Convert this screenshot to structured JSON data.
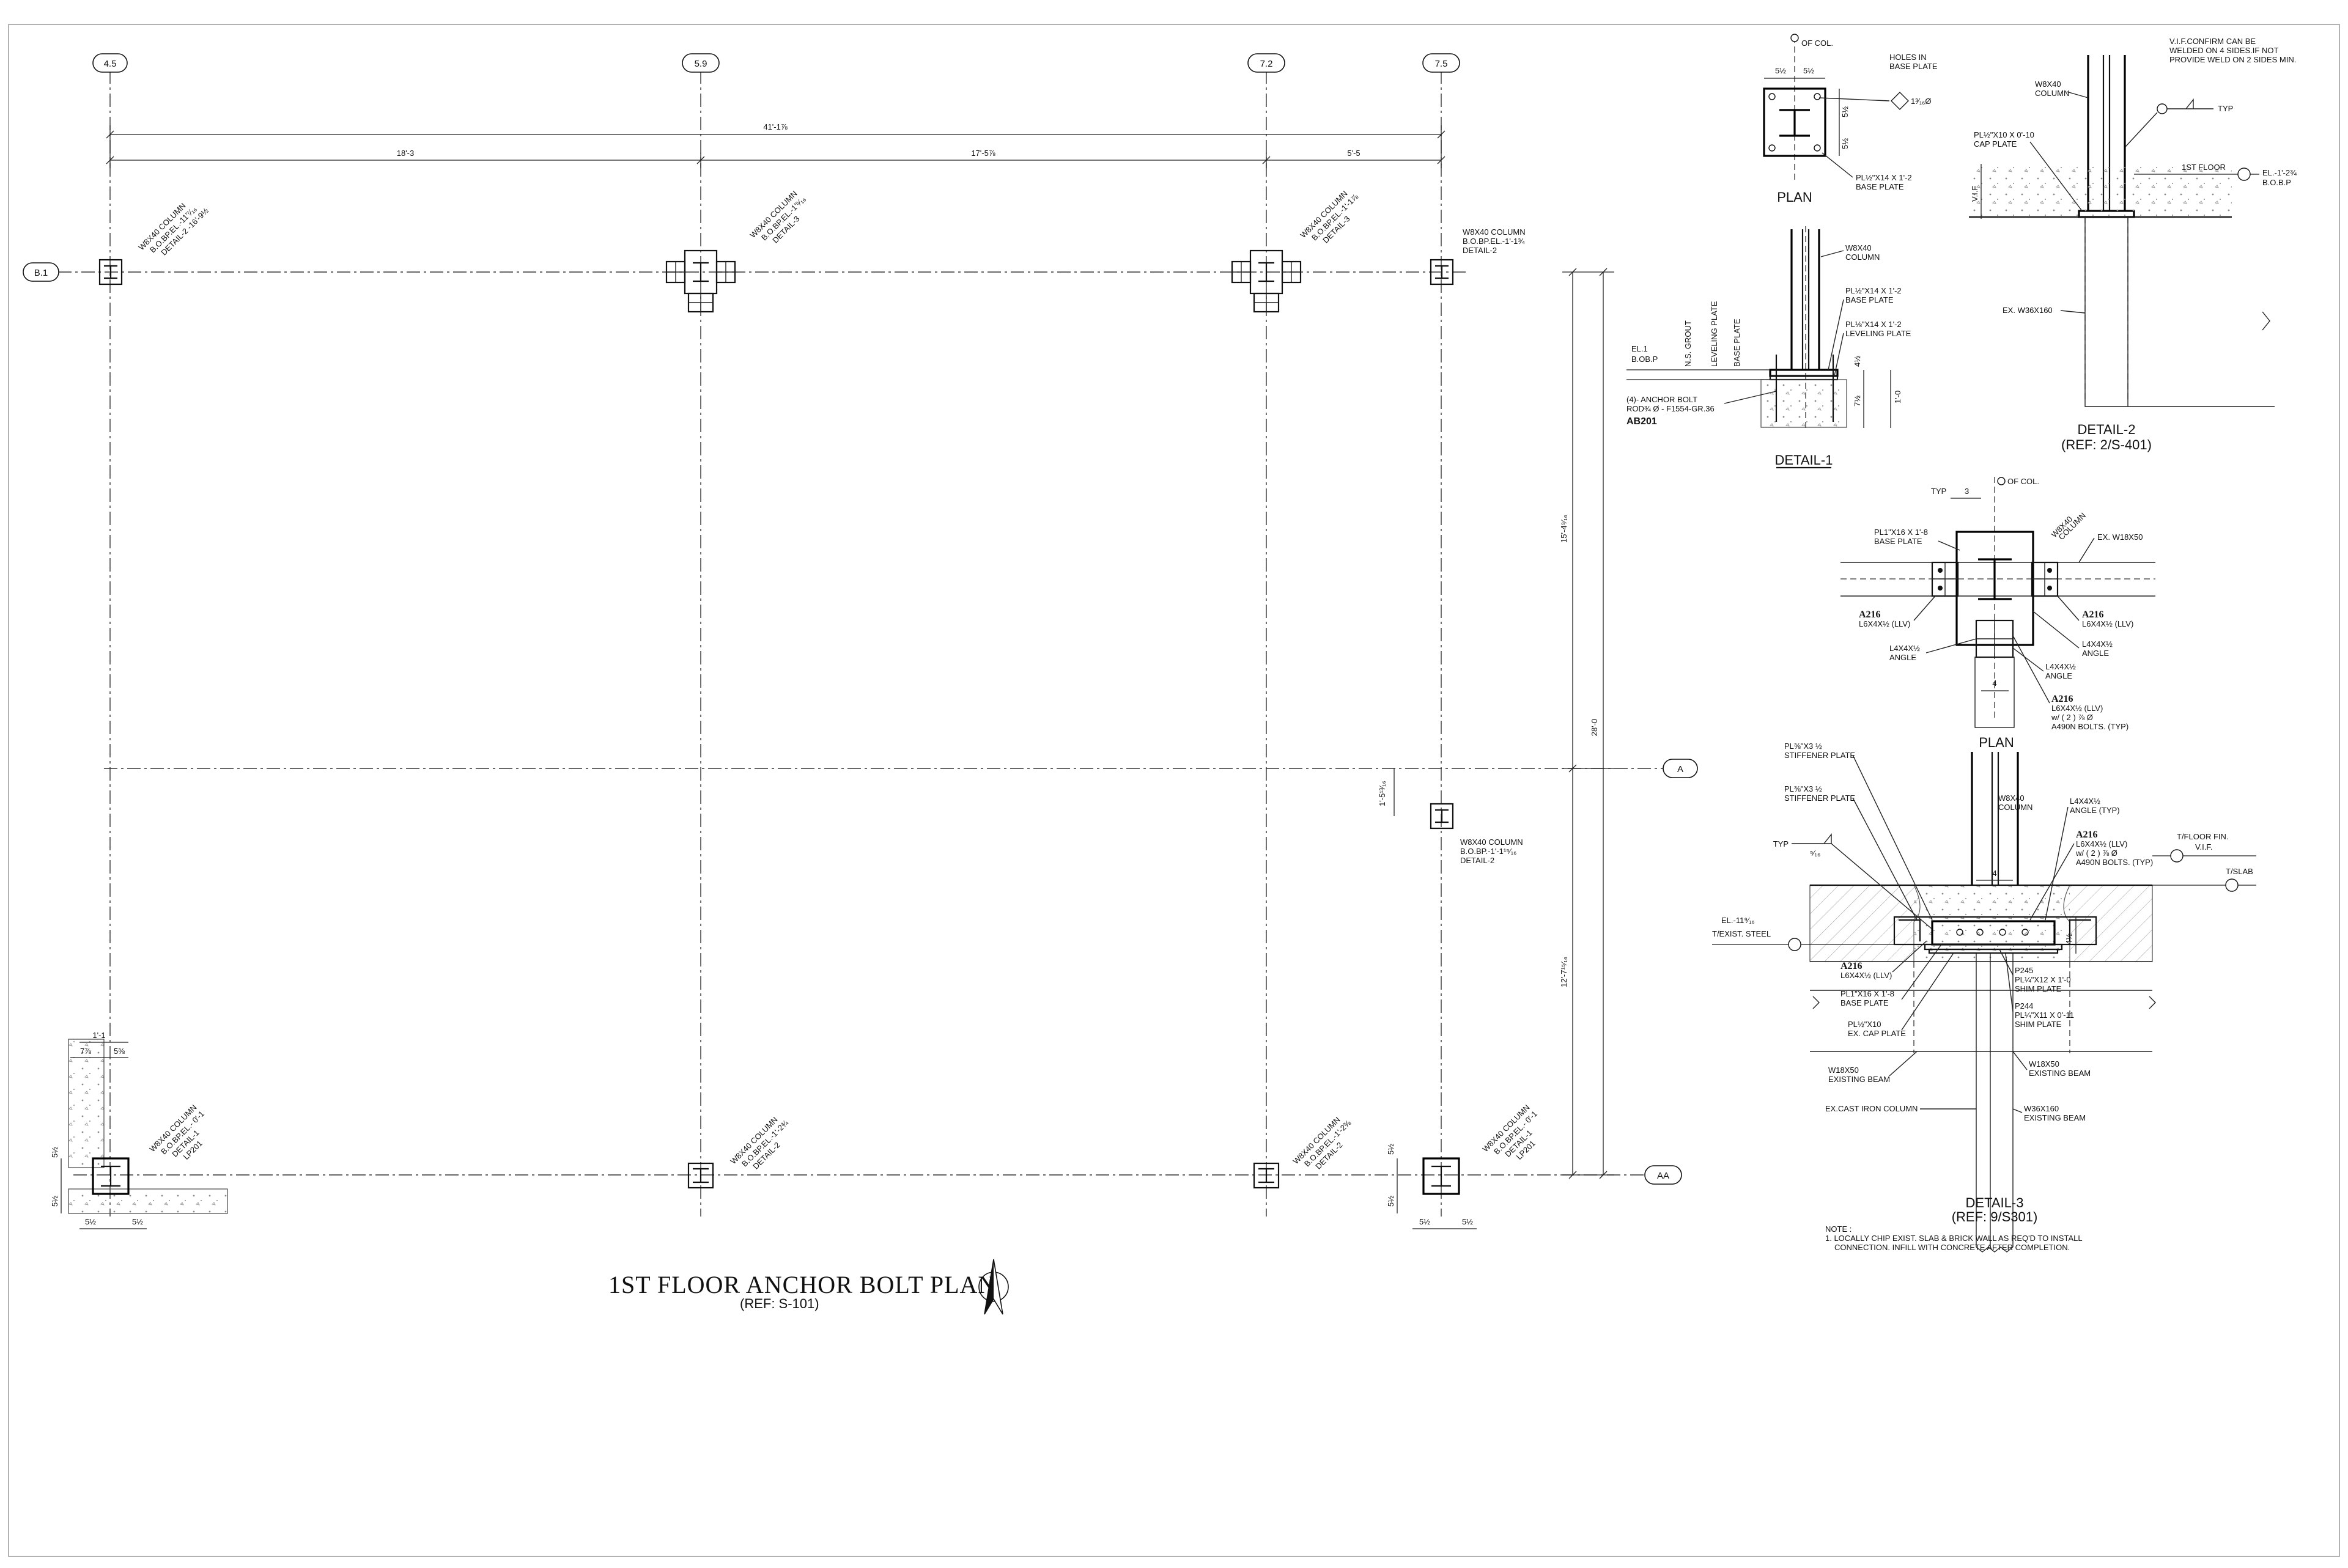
{
  "plan": {
    "title": "1ST FLOOR ANCHOR BOLT PLAN",
    "ref": "(REF: S-101)",
    "grid_columns": [
      "4.5",
      "5.9",
      "7.2",
      "7.5"
    ],
    "grid_rows": [
      "B.1",
      "A",
      "AA"
    ],
    "dims": {
      "overall": "41'-1⅞",
      "d1": "18'-3",
      "d2": "17'-5⅞",
      "d3": "5'-5",
      "v1": "15'-4⁹⁄₁₆",
      "v2": "28'-0",
      "v3": "12'-7¹⁵⁄₁₆",
      "v4": "1'-5¹³⁄₁₆",
      "corner_w": "1'-1",
      "corner_a": "7⅞",
      "corner_b": "5⅜",
      "half_a": "5½",
      "half_b": "5½"
    },
    "column_tags": [
      {
        "l1": "W8X40 COLUMN",
        "l2": "B.O.BP.EL.-11'⁷⁄₁₆",
        "l3": "DETAIL-2 -16'-9½"
      },
      {
        "l1": "W8X40 COLUMN",
        "l2": "B.O.BP.EL.-1'⁵⁄₁₆",
        "l3": "DETAIL-3"
      },
      {
        "l1": "W8X40 COLUMN",
        "l2": "B.O.BP.EL.-1'-1⅞",
        "l3": "DETAIL-3"
      },
      {
        "l1": "W8X40 COLUMN",
        "l2": "B.O.BP.EL.-1'-1¾",
        "l3": "DETAIL-2"
      },
      {
        "l1": "W8X40 COLUMN",
        "l2": "B.O.BP.-1'-1¹⁵⁄₁₆",
        "l3": "DETAIL-2"
      },
      {
        "l1": "W8X40 COLUMN",
        "l2": "B.O.BP.EL.- 0'-1",
        "l3": "DETAIL-1",
        "l4": "LP201"
      },
      {
        "l1": "W8X40 COLUMN",
        "l2": "B.O.BP.EL.-1'-2¾",
        "l3": "DETAIL-2"
      },
      {
        "l1": "W8X40 COLUMN",
        "l2": "B.O.BP.EL.-1'-2⅜",
        "l3": "DETAIL-2"
      },
      {
        "l1": "W8X40 COLUMN",
        "l2": "B.O.BP.EL.- 0'-1",
        "l3": "DETAIL-1",
        "l4": "LP201"
      }
    ]
  },
  "detail1": {
    "plan_label": "PLAN",
    "title": "DETAIL-1",
    "of_col": "OF COL.",
    "holes": "HOLES IN",
    "holes2": "BASE PLATE",
    "hole_dia": "1³⁄₁₆Ø",
    "plate": "PL½\"X14 X 1'-2",
    "plate2": "BASE PLATE",
    "dim_a": "5½",
    "dim_b": "5½",
    "col": "W8X40",
    "col2": "COLUMN",
    "base": "PL½\"X14 X 1'-2",
    "base2": "BASE PLATE",
    "lev": "PL⅛\"X14 X 1'-2",
    "lev2": "LEVELING PLATE",
    "grout": "N.S. GROUT",
    "lev_v": "LEVELING PLATE",
    "base_v": "BASE PLATE",
    "el": "EL.1",
    "bobp": "B.OB.P",
    "anchor": "(4)- ANCHOR BOLT",
    "anchor2": "ROD¾ Ø - F1554-GR.36",
    "ab": "AB201",
    "d_41": "4½",
    "d_7": "7½",
    "d_10": "1'-0"
  },
  "detail2": {
    "title": "DETAIL-2",
    "ref": "(REF: 2/S-401)",
    "note1": "V.I.F.CONFIRM CAN BE",
    "note2": "WELDED ON 4 SIDES.IF NOT",
    "note3": "PROVIDE WELD ON 2 SIDES MIN.",
    "col": "W8X40",
    "col2": "COLUMN",
    "cap": "PL½\"X10 X 0'-10",
    "cap2": "CAP PLATE",
    "typ": "TYP",
    "floor": "1ST FLOOR",
    "el": "EL.-1'-2¾",
    "bobp": "B.O.B.P",
    "vif": "V.I.F",
    "beam": "EX. W36X160"
  },
  "detail3": {
    "plan_label": "PLAN",
    "title": "DETAIL-3",
    "ref": "(REF: 9/S301)",
    "of_col": "OF COL.",
    "typ3": "TYP",
    "three": "3",
    "base": "PL1\"X16 X 1'-8",
    "base2": "BASE PLATE",
    "col": "W8X40",
    "col2": "COLUMN",
    "beam": "EX. W18X50",
    "a216": "A216",
    "angle_llv": "L6X4X½ (LLV)",
    "l4": "L4X4X½",
    "angle": "ANGLE",
    "bolts": "w/ ( 2 ) ⅞ Ø",
    "bolts2": "A490N BOLTS. (TYP)",
    "four": "4",
    "stiff": "PL⅜\"X3 ½",
    "stiff2": "STIFFENER PLATE",
    "l4typ": "ANGLE (TYP)",
    "typ": "TYP",
    "weld": "⁵⁄₁₆",
    "tfloor": "T/FLOOR FIN.",
    "vif": "V.I.F.",
    "tslab": "T/SLAB",
    "el": "EL.-11⁹⁄₁₆",
    "texist": "T/EXIST. STEEL",
    "p245": "P245",
    "shim1": "PL¼\"X12 X 1'-0",
    "shimp": "SHIM PLATE",
    "p244": "P244",
    "shim2": "PL¼\"X11 X 0'-11",
    "capx": "PL½\"X10",
    "capx2": "EX. CAP PLATE",
    "w18": "W18X50",
    "existing": "EXISTING BEAM",
    "w36": "W36X160",
    "castiron": "EX.CAST IRON COLUMN",
    "d_4": "4½",
    "note_h": "NOTE :",
    "note1": "1. LOCALLY CHIP EXIST. SLAB & BRICK WALL AS REQ'D TO INSTALL",
    "note2": "CONNECTION. INFILL WITH CONCRETE AFTER COMPLETION."
  }
}
